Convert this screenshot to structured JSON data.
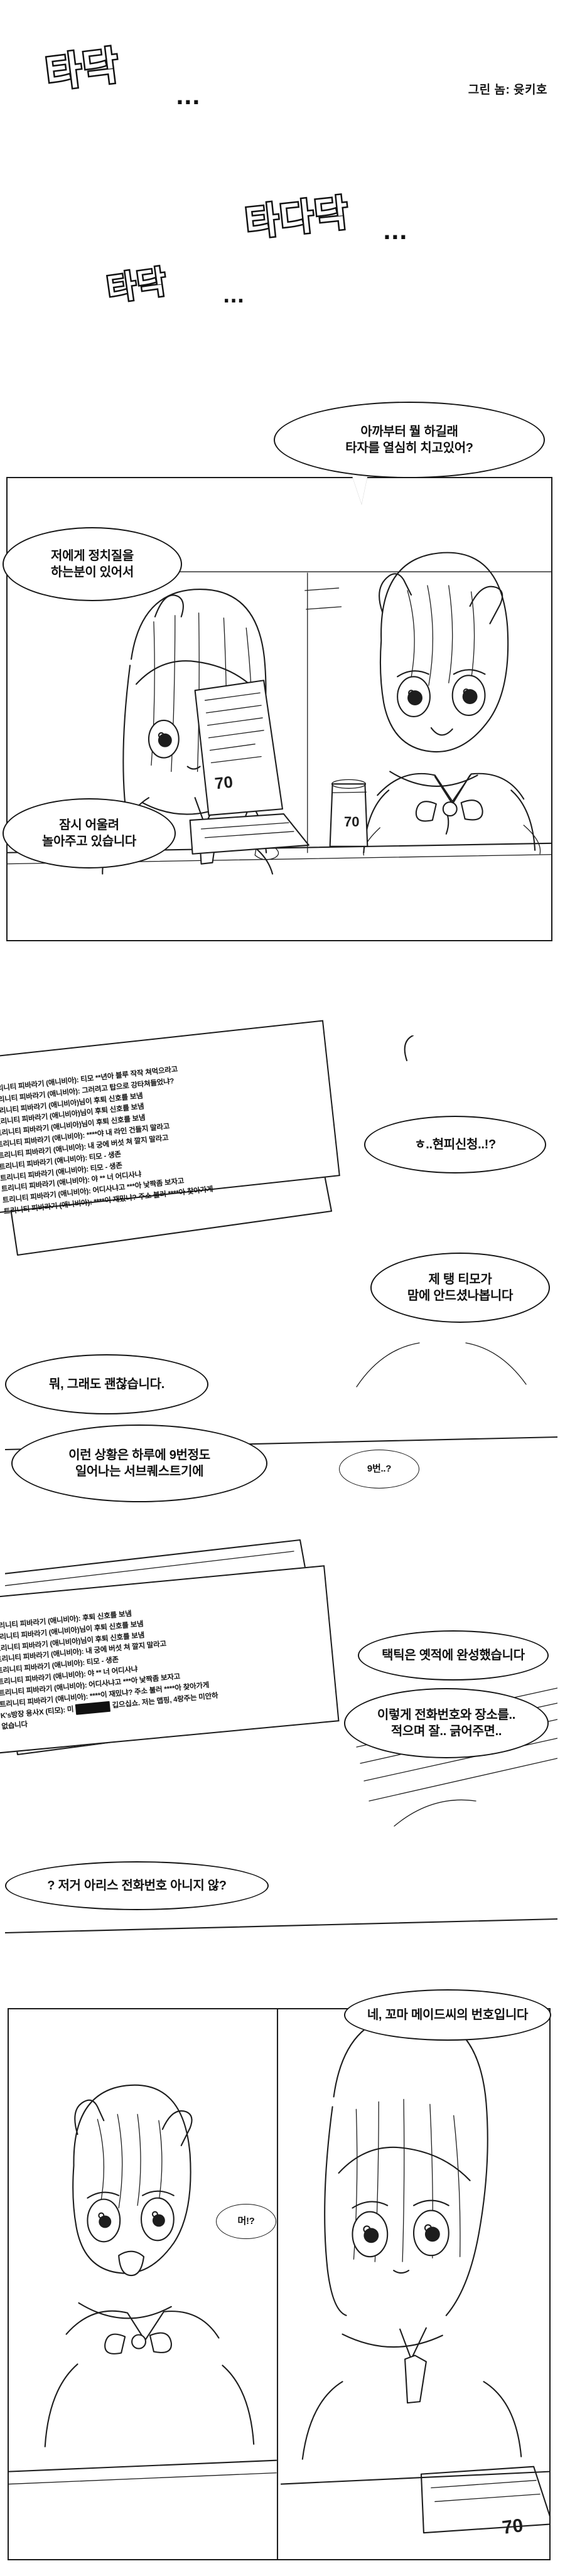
{
  "meta": {
    "credit": "그린 놈: 윳키호",
    "title_sfx": [
      "타닥",
      "타다닥",
      "타닥"
    ],
    "sfx_dots": [
      "...",
      "...",
      "..."
    ],
    "ink_color": "#1d1d1d",
    "paper_color": "#ffffff"
  },
  "panel1": {
    "bubbles": [
      {
        "id": "maid-question",
        "text": "아까부터 뭘 하길래\n타자를 열심히 치고있어?"
      },
      {
        "id": "girl-reply-1",
        "text": "저에게 정치질을\n하는분이 있어서"
      },
      {
        "id": "girl-reply-2",
        "text": "잠시 어울려\n놀아주고 있습니다"
      }
    ],
    "laptop_label": "70"
  },
  "panel2": {
    "chat_lines": [
      "트리니티 피바라기 (애니비아): 티모 **년아 블루 작작 쳐먹으라고",
      "트리니티 피바라기 (애니비아): 그러려고 탑으로 강타쳐들었냐?",
      "트리니티 피바라기 (애니비아)님이 후퇴 신호를 보냄",
      "트리니티 피바라기 (애니비아)님이 후퇴 신호를 보냄",
      "트리니티 피바라기 (애니비아)님이 후퇴 신호를 보냄",
      "트리니티 피바라기 (애니비아): ****야 내 라인 건들지 말라고",
      "트리니티 피바라기 (애니비아): 내 궁에 버섯 쳐 깔지 말라고",
      "트리니티 피바라기 (애니비아): 티모 - 생존",
      "트리니티 피바라기 (애니비아): 티모 - 생존",
      "트리니티 피바라기 (애니비아): 야 ** 너 어디사냐",
      "트리니티 피바라기 (애니비아): 어디사냐고 ***아 낯짝좀 보자고",
      "트리니티 피바라기 (애니비아): ****이 재밌냐? 주소 불러 ****아 찾아가게"
    ],
    "bubbles": [
      {
        "id": "maid-shock",
        "text": "ㅎ..현피신청..!?"
      },
      {
        "id": "girl-timo",
        "text": "제 탱 티모가\n맘에 안드셨나봅니다"
      },
      {
        "id": "girl-its-fine",
        "text": "뭐, 그래도 괜찮습니다."
      },
      {
        "id": "girl-subquest",
        "text": "이런 상황은 하루에 9번정도\n일어나는 서브퀘스트기에"
      },
      {
        "id": "maid-nine",
        "text": "9번..?"
      }
    ]
  },
  "panel3": {
    "chat_lines": [
      "트리니티 피바라기 (애니비아): 후퇴 신호를 보냄",
      "트리니티 피바라기 (애니비아)님이 후퇴 신호를 보냄",
      "트리니티 피바라기 (애니비아)님이 후퇴 신호를 보냄",
      "트리니티 피바라기 (애니비아): 내 궁에 버섯 쳐 깔지 말라고",
      "트리니티 피바라기 (애니비아): 티모 - 생존",
      "트리니티 피바라기 (애니비아): 야 ** 너 어디사냐",
      "트리니티 피바라기 (애니비아): 어디사냐고 ***아 낯짝좀 보자고",
      "트리니티 피바라기 (애니비아): ****이 재밌냐? 주소 불러 ****아 찾아가게",
      "K's방장 용사X (티모): 미 ███████ 깁으십쇼. 저는 맵핑, 4랑주는 미안하",
      "없습니다"
    ],
    "bubbles": [
      {
        "id": "girl-done",
        "text": "택틱은 옛적에 완성했습니다"
      },
      {
        "id": "girl-address",
        "text": "이렇게 전화번호와 장소를..\n적으며 잘.. 긁어주면.."
      },
      {
        "id": "maid-aris-q",
        "text": "? 저거 아리스 전화번호 아니지 않?"
      }
    ]
  },
  "panel4": {
    "bubbles": [
      {
        "id": "girl-answer",
        "text": "네, 꼬마 메이드씨의 번호입니다"
      },
      {
        "id": "maid-what",
        "text": "머!?"
      }
    ],
    "laptop_label": "70"
  }
}
